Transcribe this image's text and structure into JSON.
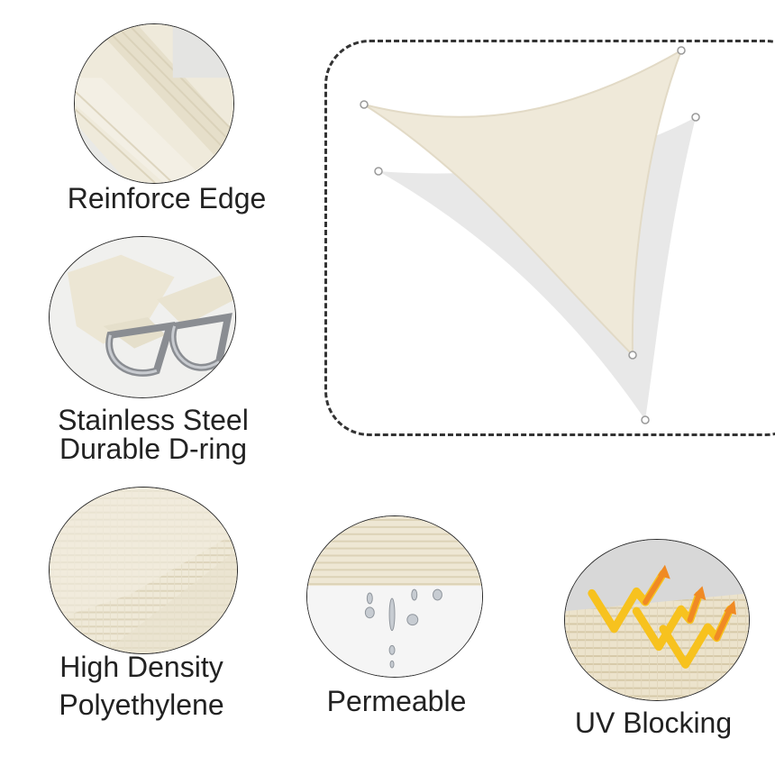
{
  "features": {
    "reinforce_edge": {
      "label": "Reinforce Edge"
    },
    "d_ring": {
      "label_line1": "Stainless Steel",
      "label_line2": "Durable D-ring"
    },
    "density": {
      "label_line1": "High Density",
      "label_line2": "Polyethylene"
    },
    "permeable": {
      "label": "Permeable"
    },
    "uv": {
      "label": "UV Blocking"
    }
  },
  "colors": {
    "fabric": "#efe9d9",
    "fabric_dark": "#e2dac6",
    "shadow": "#e6e6e6",
    "outline": "#2a2a2a",
    "uv_orange": "#f08a24",
    "uv_yellow": "#f7c21e"
  }
}
